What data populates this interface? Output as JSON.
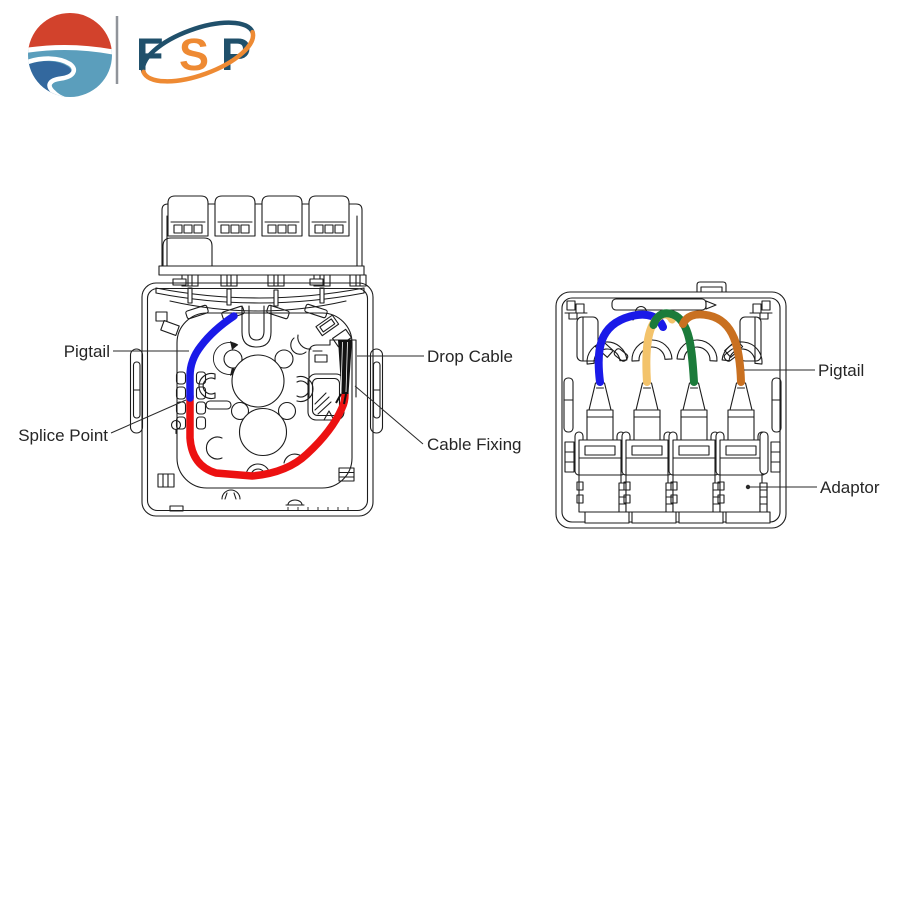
{
  "page": {
    "background": "#ffffff"
  },
  "logo": {
    "letters": {
      "f": "F",
      "s": "S",
      "p": "P"
    },
    "colors": {
      "mark_red": "#D2422C",
      "mark_deep_blue": "#33689E",
      "mark_teal": "#5B9EBC",
      "type_navy": "#20506B",
      "type_orange": "#EE8A33",
      "divider_gray": "#90949A"
    }
  },
  "diagram": {
    "line_color": "#1C1C1C",
    "cables": {
      "blue": "#1A1AE8",
      "red": "#EC1111",
      "yellow": "#F3C36B",
      "green": "#1B7B3A",
      "orange": "#C97020",
      "drop_black": "#121212"
    },
    "left": {
      "labels": {
        "pigtail": "Pigtail",
        "splice_point": "Splice Point",
        "drop_cable": "Drop Cable",
        "cable_fixing": "Cable Fixing"
      }
    },
    "right": {
      "labels": {
        "pigtail": "Pigtail",
        "adaptor": "Adaptor"
      }
    }
  }
}
